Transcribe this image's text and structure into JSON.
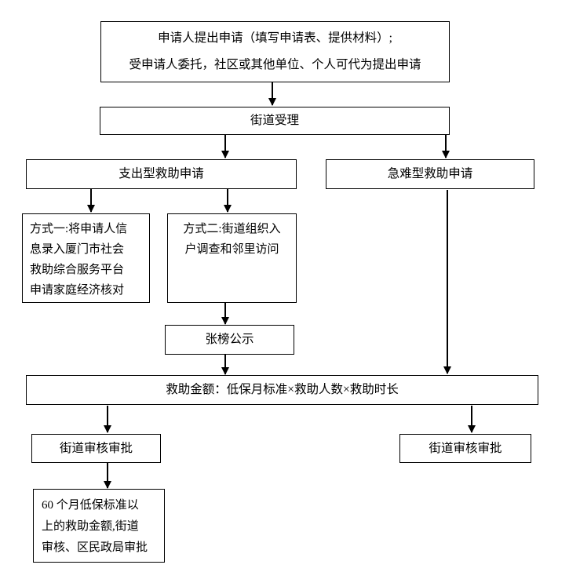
{
  "flowchart": {
    "colors": {
      "border": "#000000",
      "text": "#000000",
      "background": "#ffffff"
    },
    "boxes": {
      "apply": {
        "lines": [
          "申请人提出申请（填写申请表、提供材料）;",
          "受申请人委托，社区或其他单位、个人可代为提出申请"
        ]
      },
      "street_accept": {
        "label": "街道受理"
      },
      "expenditure": {
        "label": "支出型救助申请"
      },
      "emergency": {
        "label": "急难型救助申请"
      },
      "method1": {
        "lines": [
          "方式一:将申请人信",
          "息录入厦门市社会",
          "救助综合服务平台",
          "申请家庭经济核对"
        ]
      },
      "method2": {
        "lines": [
          "方式二:街道组织入",
          "户调查和邻里访问"
        ]
      },
      "publicity": {
        "label": "张榜公示"
      },
      "amount": {
        "label": "救助金额：低保月标准×救助人数×救助时长"
      },
      "street_review_left": {
        "label": "街道审核审批"
      },
      "street_review_right": {
        "label": "街道审核审批"
      },
      "final_review": {
        "lines": [
          "60 个月低保标准以",
          "上的救助金额,街道",
          "审核、区民政局审批"
        ]
      }
    }
  }
}
